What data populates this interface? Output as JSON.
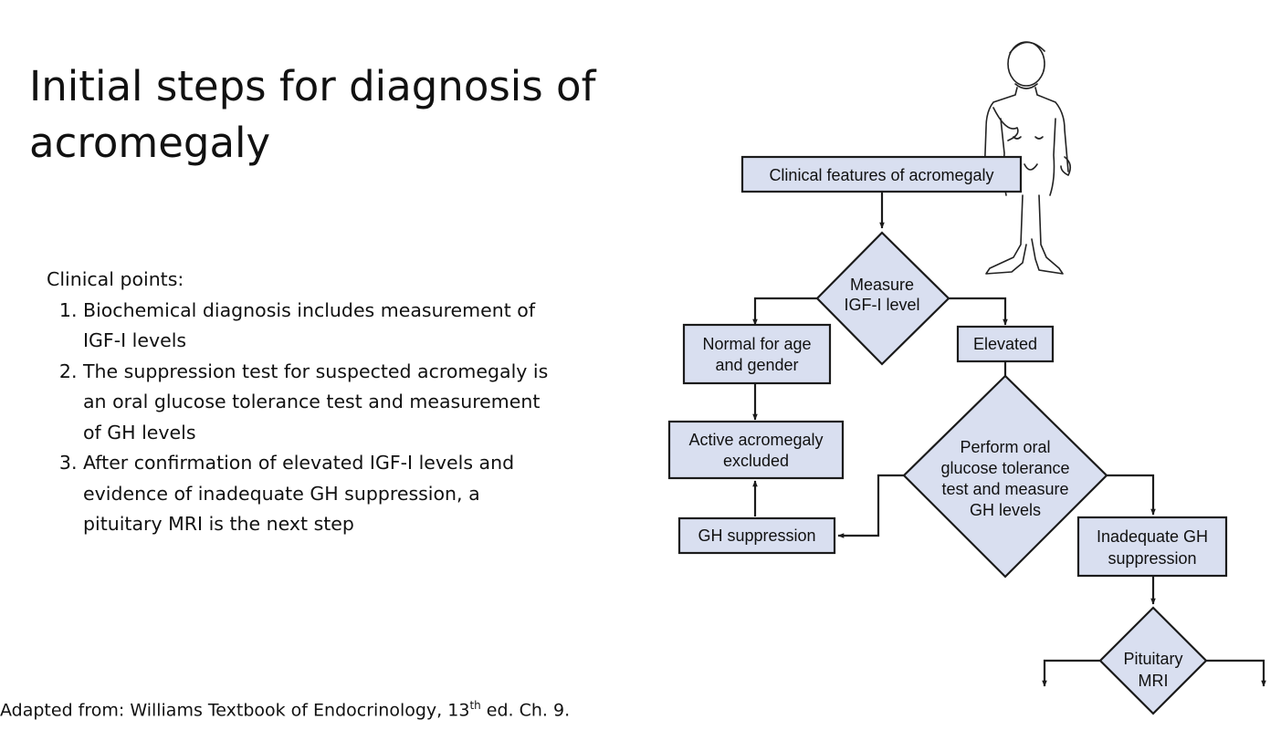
{
  "slide": {
    "title": "Initial steps for diagnosis of acromegaly",
    "points_heading": "Clinical points:",
    "points": [
      "Biochemical diagnosis includes measurement of IGF-I levels",
      "The suppression test for suspected acromegaly is an oral glucose tolerance test and measurement of GH levels",
      "After confirmation of elevated IGF-I levels and evidence of inadequate GH suppression, a pituitary MRI is the next step"
    ],
    "citation": {
      "before": "Adapted from: Williams Textbook of Endocrinology, 13",
      "sup": "th",
      "after": " ed. Ch. 9."
    }
  },
  "flowchart": {
    "nodes": {
      "clinical": {
        "shape": "box",
        "lines": [
          "Clinical features of acromegaly"
        ]
      },
      "measure": {
        "shape": "diamond",
        "lines": [
          "Measure",
          "IGF-I level"
        ]
      },
      "normal": {
        "shape": "box",
        "lines": [
          "Normal for age",
          "and gender"
        ]
      },
      "elevated": {
        "shape": "box",
        "lines": [
          "Elevated"
        ]
      },
      "excluded": {
        "shape": "box",
        "lines": [
          "Active acromegaly",
          "excluded"
        ]
      },
      "ogtt": {
        "shape": "diamond",
        "lines": [
          "Perform oral",
          "glucose tolerance",
          "test and measure",
          "GH levels"
        ]
      },
      "ghsupp": {
        "shape": "box",
        "lines": [
          "GH suppression"
        ]
      },
      "inadequate": {
        "shape": "box",
        "lines": [
          "Inadequate GH",
          "suppression"
        ]
      },
      "mri": {
        "shape": "diamond",
        "lines": [
          "Pituitary",
          "MRI"
        ]
      }
    },
    "edges": [
      {
        "from": "clinical",
        "to": "measure"
      },
      {
        "from": "measure",
        "to": "normal"
      },
      {
        "from": "measure",
        "to": "elevated"
      },
      {
        "from": "normal",
        "to": "excluded"
      },
      {
        "from": "elevated",
        "to": "ogtt"
      },
      {
        "from": "ogtt",
        "to": "ghsupp"
      },
      {
        "from": "ghsupp",
        "to": "excluded"
      },
      {
        "from": "ogtt",
        "to": "inadequate"
      },
      {
        "from": "inadequate",
        "to": "mri"
      },
      {
        "from": "mri",
        "to": "left-branch (unlabeled)"
      },
      {
        "from": "mri",
        "to": "right-branch (unlabeled)"
      }
    ],
    "colors": {
      "node_fill": "#d9dff0",
      "stroke": "#1b1b1b"
    },
    "illustration": "acromegaly-patient-sketch"
  }
}
